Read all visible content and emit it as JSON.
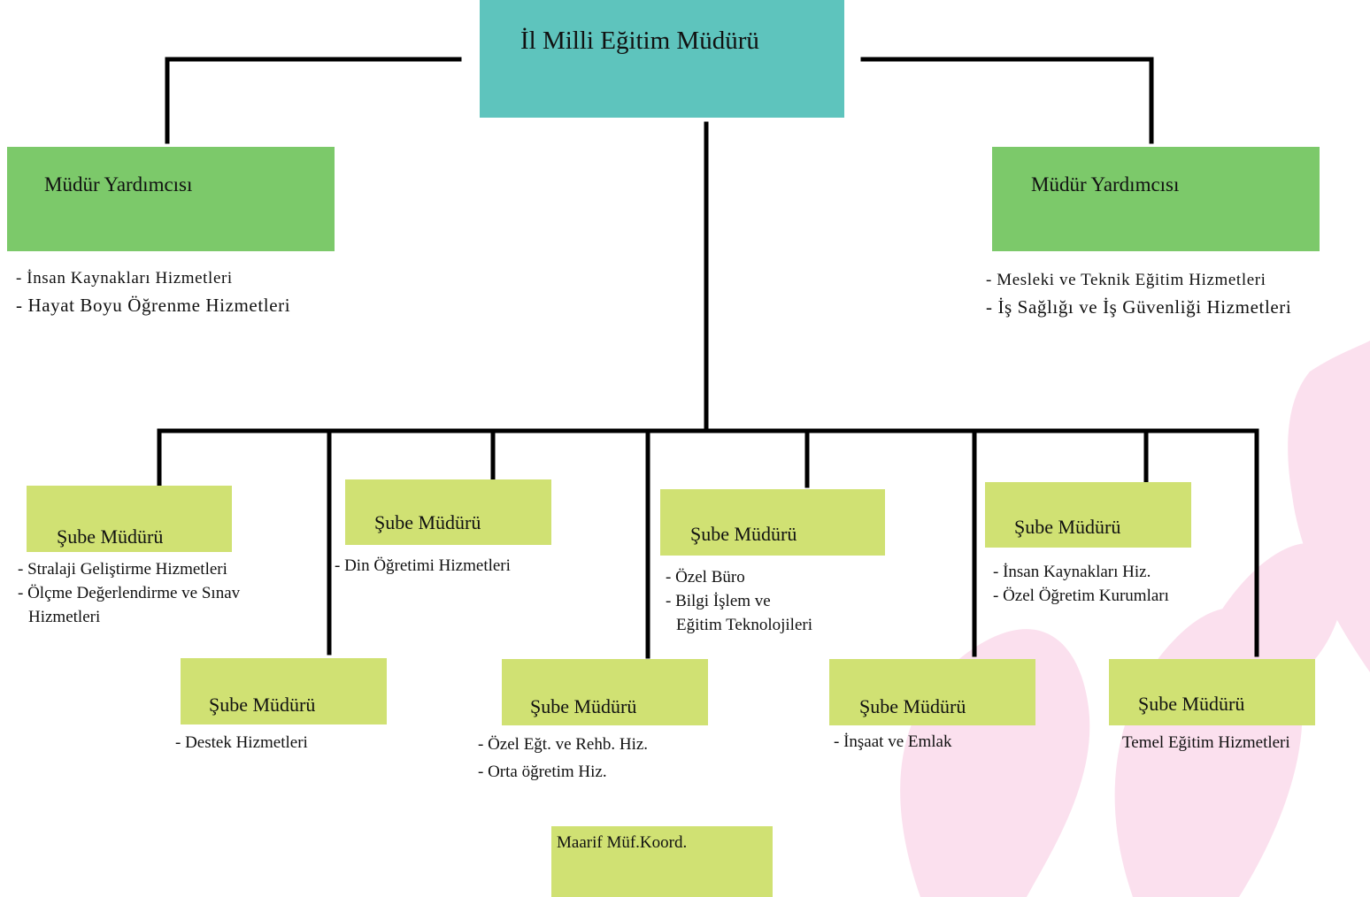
{
  "top": {
    "title": "İl Milli Eğitim Müdürü"
  },
  "vice_left": {
    "title": "Müdür Yardımcısı",
    "duties": [
      "- İnsan Kaynakları Hizmetleri",
      "- Hayat Boyu Öğrenme Hizmetleri"
    ]
  },
  "vice_right": {
    "title": "Müdür Yardımcısı",
    "duties": [
      "- Mesleki ve Teknik Eğitim Hizmetleri",
      "- İş Sağlığı ve İş Güvenliği Hizmetleri"
    ]
  },
  "branches": [
    {
      "title": "Şube Müdürü",
      "duties": [
        "- Stralaji Geliştirme Hizmetleri",
        "- Ölçme Değerlendirme ve Sınav",
        "Hizmetleri"
      ]
    },
    {
      "title": "Şube Müdürü",
      "duties": [
        "- Din Öğretimi Hizmetleri"
      ]
    },
    {
      "title": "Şube Müdürü",
      "duties": [
        "- Özel Büro",
        "- Bilgi İşlem ve",
        "Eğitim Teknolojileri"
      ]
    },
    {
      "title": "Şube Müdürü",
      "duties": [
        "- İnsan Kaynakları Hiz.",
        "- Özel Öğretim Kurumları"
      ]
    },
    {
      "title": "Şube Müdürü",
      "duties": [
        "- Destek Hizmetleri"
      ]
    },
    {
      "title": "Şube Müdürü",
      "duties": [
        "- Özel Eğt. ve Rehb. Hiz.",
        "- Orta öğretim Hiz."
      ]
    },
    {
      "title": "Şube Müdürü",
      "duties": [
        "- İnşaat ve Emlak"
      ]
    },
    {
      "title": "Şube Müdürü",
      "duties": [
        "Temel Eğitim Hizmetleri"
      ]
    }
  ],
  "koord": {
    "title": "Maarif Müf.Koord."
  },
  "colors": {
    "top_box": "#5ec4bd",
    "vice_box": "#7cc96a",
    "branch_box": "#d0e173",
    "connector": "#000000",
    "background_decoration": "#fbe0ee"
  }
}
